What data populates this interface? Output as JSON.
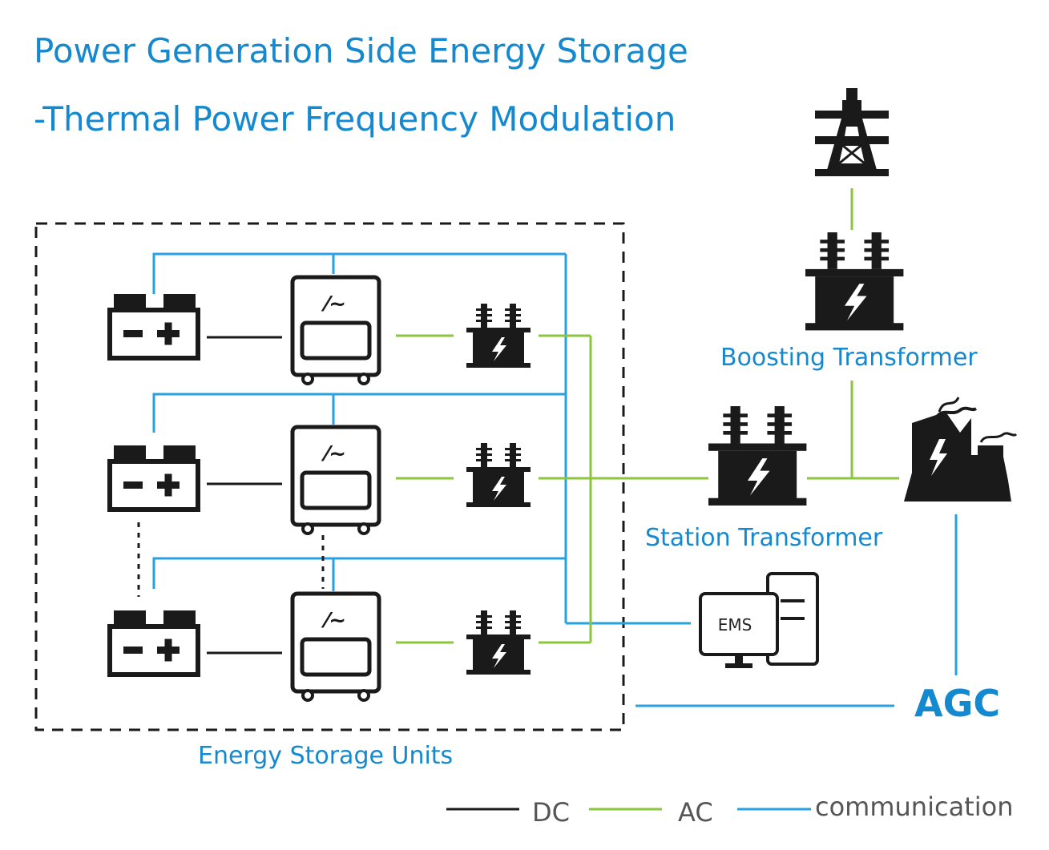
{
  "title": {
    "line1": "Power Generation Side Energy Storage",
    "line2": "-Thermal Power Frequency Modulation"
  },
  "labels": {
    "boosting_transformer": "Boosting Transformer",
    "station_transformer": "Station Transformer",
    "energy_storage_units": "Energy Storage Units",
    "ems": "EMS",
    "agc": "AGC"
  },
  "legend": [
    {
      "label": "DC",
      "color": "#1a1a1a"
    },
    {
      "label": "AC",
      "color": "#8cc63f"
    },
    {
      "label": "communication",
      "color": "#29a0df"
    }
  ],
  "colors": {
    "accent": "#1589cf",
    "communication": "#29a0df",
    "ac": "#8cc63f",
    "dc": "#1a1a1a"
  },
  "icons": [
    "battery-icon",
    "pcs-inverter-icon",
    "transformer-icon",
    "transmission-tower-icon",
    "power-plant-icon",
    "ems-computer-icon"
  ]
}
